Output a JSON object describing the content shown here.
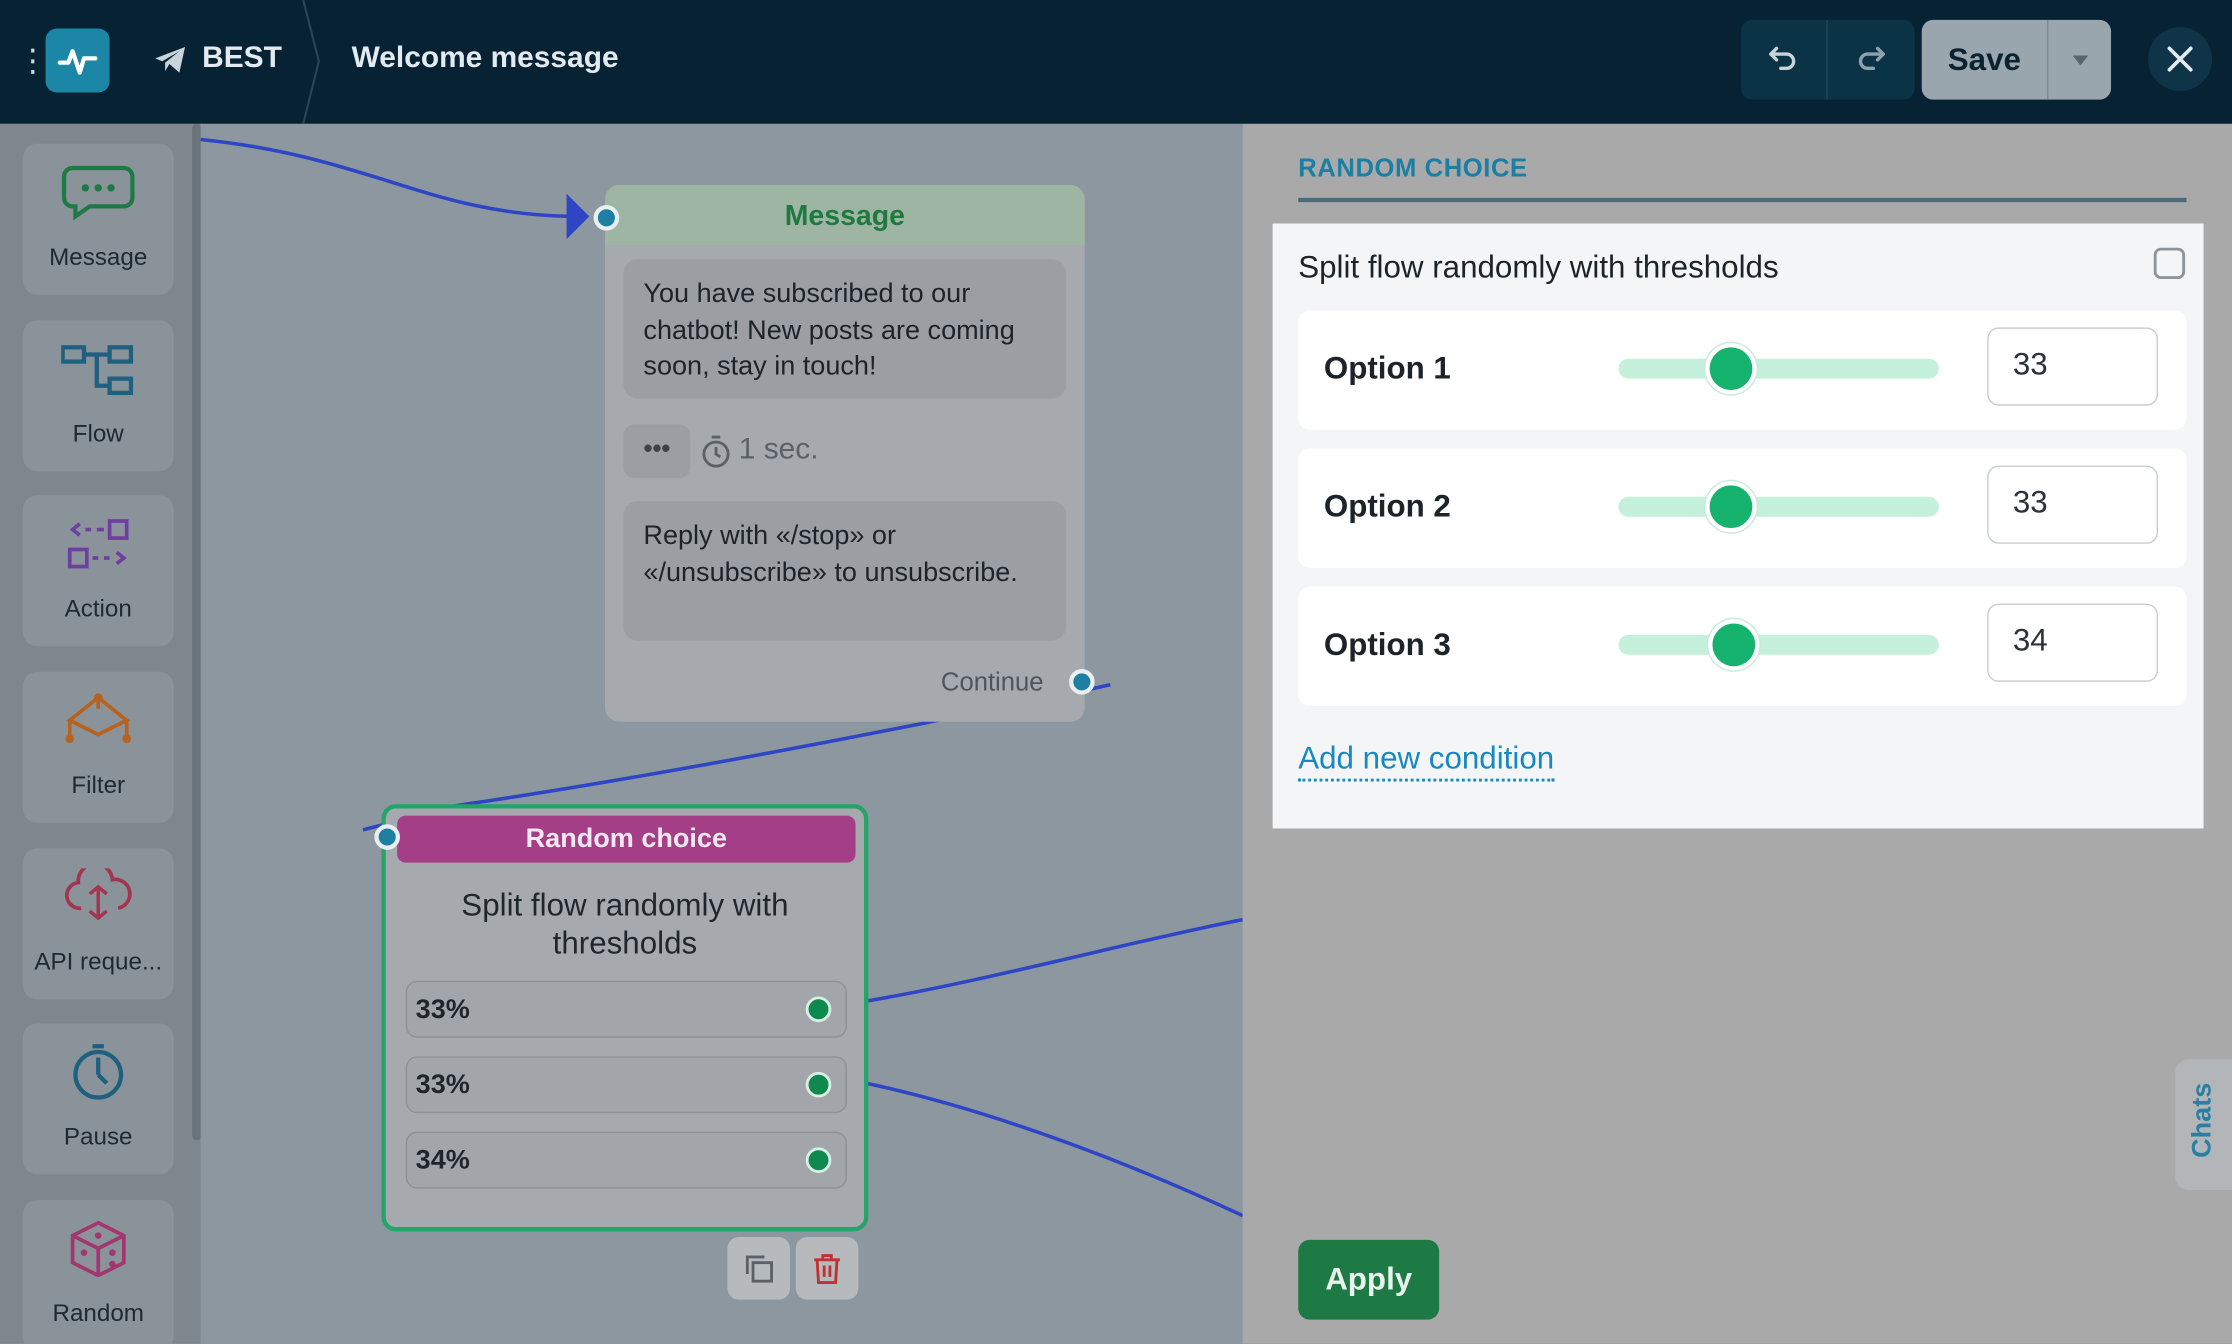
{
  "header": {
    "bot_name": "BEST",
    "flow_title": "Welcome message",
    "save_label": "Save"
  },
  "sidebar": {
    "items": [
      {
        "label": "Message",
        "icon": "chat-bubble-icon"
      },
      {
        "label": "Flow",
        "icon": "flow-icon"
      },
      {
        "label": "Action",
        "icon": "action-icon"
      },
      {
        "label": "Filter",
        "icon": "filter-icon"
      },
      {
        "label": "API reque...",
        "icon": "api-cloud-icon"
      },
      {
        "label": "Pause",
        "icon": "pause-timer-icon"
      },
      {
        "label": "Random",
        "icon": "dice-icon"
      }
    ]
  },
  "canvas": {
    "message_node": {
      "title": "Message",
      "text1": "You have subscribed to our chatbot! New posts are coming soon, stay in touch!",
      "typing": "•••",
      "delay": "1 sec.",
      "text2": "Reply with «/stop» or «/unsubscribe» to unsubscribe.",
      "continue": "Continue"
    },
    "random_node": {
      "title": "Random choice",
      "description": "Split flow randomly with thresholds",
      "rows": [
        "33%",
        "33%",
        "34%"
      ]
    }
  },
  "panel": {
    "tab": "RANDOM CHOICE",
    "description": "Split flow randomly with thresholds",
    "options": [
      {
        "label": "Option 1",
        "value": "33"
      },
      {
        "label": "Option 2",
        "value": "33"
      },
      {
        "label": "Option 3",
        "value": "34"
      }
    ],
    "add_condition": "Add new condition",
    "apply": "Apply"
  },
  "chats_tab": "Chats",
  "colors": {
    "topbar": "#062233",
    "accent_green": "#1e7a45",
    "random_magenta": "#a33e87",
    "link_blue": "#1688c2"
  }
}
